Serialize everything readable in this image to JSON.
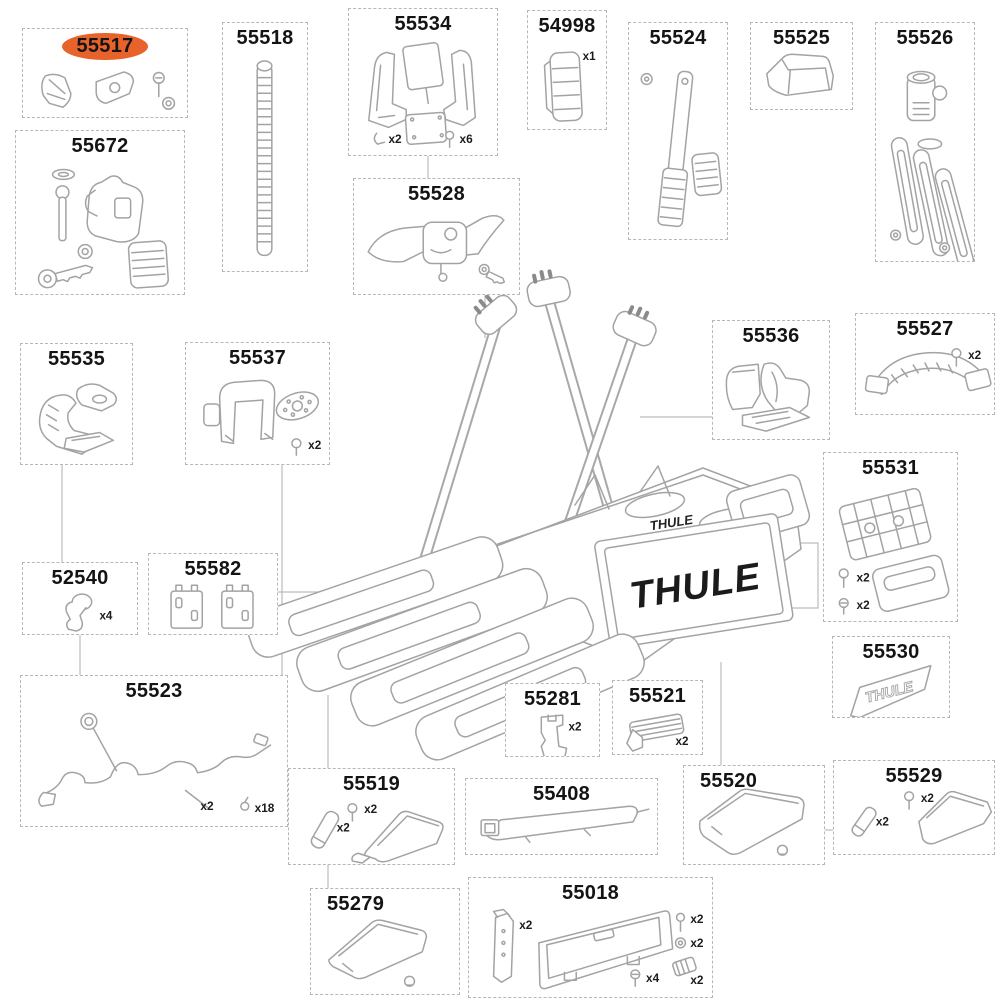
{
  "page": {
    "background": "#ffffff"
  },
  "highlight": {
    "part_number": "55517",
    "color": "#E8632B"
  },
  "brand": {
    "name": "THULE",
    "plate_logo": "THULE",
    "top_logo": "THULE",
    "badge_logo": "THULE"
  },
  "boxes": [
    {
      "id": "55517",
      "label": "55517",
      "highlighted": true,
      "quantities": []
    },
    {
      "id": "55518",
      "label": "55518",
      "highlighted": false,
      "quantities": []
    },
    {
      "id": "55534",
      "label": "55534",
      "highlighted": false,
      "quantities": [
        "x2",
        "x6"
      ]
    },
    {
      "id": "54998",
      "label": "54998",
      "highlighted": false,
      "quantities": [
        "x1"
      ]
    },
    {
      "id": "55524",
      "label": "55524",
      "highlighted": false,
      "quantities": []
    },
    {
      "id": "55525",
      "label": "55525",
      "highlighted": false,
      "quantities": []
    },
    {
      "id": "55526",
      "label": "55526",
      "highlighted": false,
      "quantities": []
    },
    {
      "id": "55672",
      "label": "55672",
      "highlighted": false,
      "quantities": []
    },
    {
      "id": "55528",
      "label": "55528",
      "highlighted": false,
      "quantities": []
    },
    {
      "id": "55535",
      "label": "55535",
      "highlighted": false,
      "quantities": []
    },
    {
      "id": "55537",
      "label": "55537",
      "highlighted": false,
      "quantities": [
        "x2"
      ]
    },
    {
      "id": "55536",
      "label": "55536",
      "highlighted": false,
      "quantities": []
    },
    {
      "id": "55527",
      "label": "55527",
      "highlighted": false,
      "quantities": [
        "x2"
      ]
    },
    {
      "id": "55531",
      "label": "55531",
      "highlighted": false,
      "quantities": [
        "x2",
        "x2"
      ]
    },
    {
      "id": "55530",
      "label": "55530",
      "highlighted": false,
      "quantities": []
    },
    {
      "id": "52540",
      "label": "52540",
      "highlighted": false,
      "quantities": [
        "x4"
      ]
    },
    {
      "id": "55582",
      "label": "55582",
      "highlighted": false,
      "quantities": []
    },
    {
      "id": "55523",
      "label": "55523",
      "highlighted": false,
      "quantities": [
        "x2",
        "x18"
      ]
    },
    {
      "id": "55281",
      "label": "55281",
      "highlighted": false,
      "quantities": [
        "x2"
      ]
    },
    {
      "id": "55521",
      "label": "55521",
      "highlighted": false,
      "quantities": [
        "x2"
      ]
    },
    {
      "id": "55519",
      "label": "55519",
      "highlighted": false,
      "quantities": [
        "x2",
        "x2"
      ]
    },
    {
      "id": "55408",
      "label": "55408",
      "highlighted": false,
      "quantities": []
    },
    {
      "id": "55520",
      "label": "55520",
      "highlighted": false,
      "quantities": []
    },
    {
      "id": "55529",
      "label": "55529",
      "highlighted": false,
      "quantities": [
        "x2",
        "x2"
      ]
    },
    {
      "id": "55279",
      "label": "55279",
      "highlighted": false,
      "quantities": []
    },
    {
      "id": "55018",
      "label": "55018",
      "highlighted": false,
      "quantities": [
        "x2",
        "x2",
        "x2",
        "x2",
        "x4"
      ]
    }
  ]
}
